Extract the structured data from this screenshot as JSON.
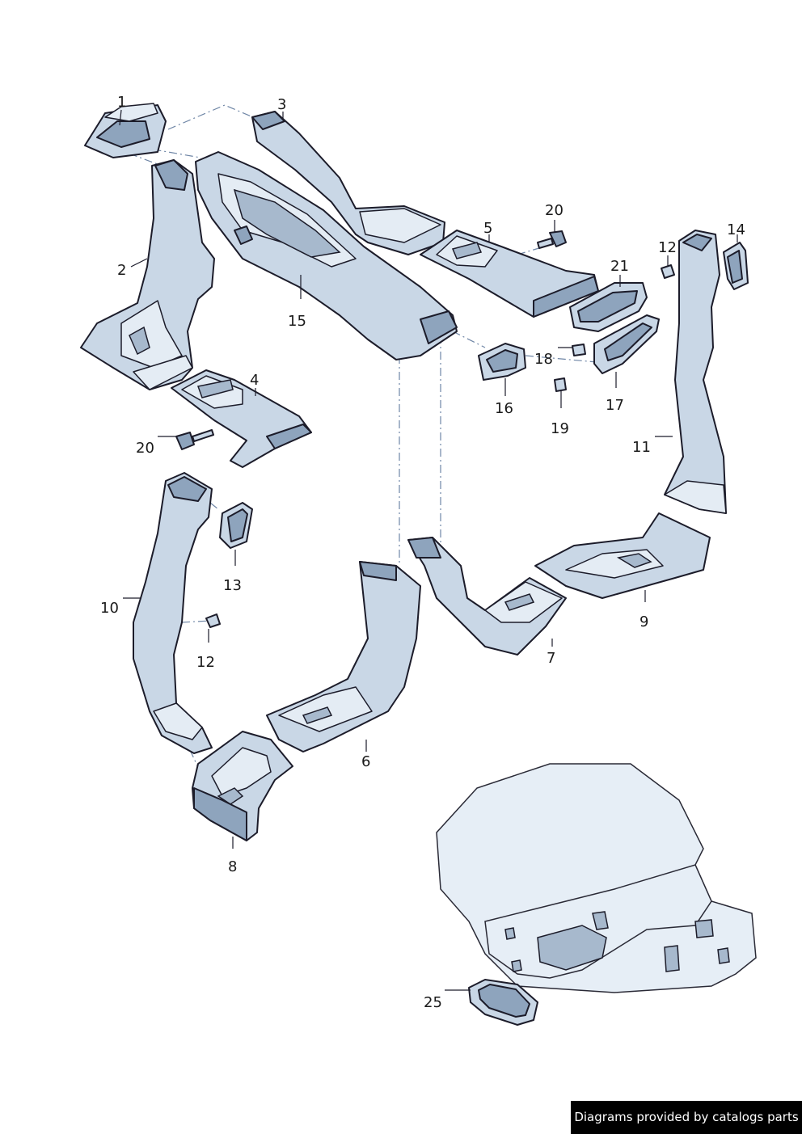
{
  "callouts": [
    {
      "id": "c1",
      "label": "1"
    },
    {
      "id": "c2",
      "label": "2"
    },
    {
      "id": "c3",
      "label": "3"
    },
    {
      "id": "c4",
      "label": "4"
    },
    {
      "id": "c5",
      "label": "5"
    },
    {
      "id": "c6",
      "label": "6"
    },
    {
      "id": "c7",
      "label": "7"
    },
    {
      "id": "c8",
      "label": "8"
    },
    {
      "id": "c9",
      "label": "9"
    },
    {
      "id": "c10",
      "label": "10"
    },
    {
      "id": "c11",
      "label": "11"
    },
    {
      "id": "c12a",
      "label": "12"
    },
    {
      "id": "c12b",
      "label": "12"
    },
    {
      "id": "c13",
      "label": "13"
    },
    {
      "id": "c14",
      "label": "14"
    },
    {
      "id": "c15",
      "label": "15"
    },
    {
      "id": "c16",
      "label": "16"
    },
    {
      "id": "c17",
      "label": "17"
    },
    {
      "id": "c18",
      "label": "18"
    },
    {
      "id": "c19",
      "label": "19"
    },
    {
      "id": "c20a",
      "label": "20"
    },
    {
      "id": "c20b",
      "label": "20"
    },
    {
      "id": "c21",
      "label": "21"
    },
    {
      "id": "c25",
      "label": "25"
    }
  ],
  "watermark": "Diagrams provided by catalogs parts",
  "colors": {
    "part_fill": "#c9d7e6",
    "part_outline": "#1c1c2a",
    "dash_line": "#6f86a6"
  }
}
